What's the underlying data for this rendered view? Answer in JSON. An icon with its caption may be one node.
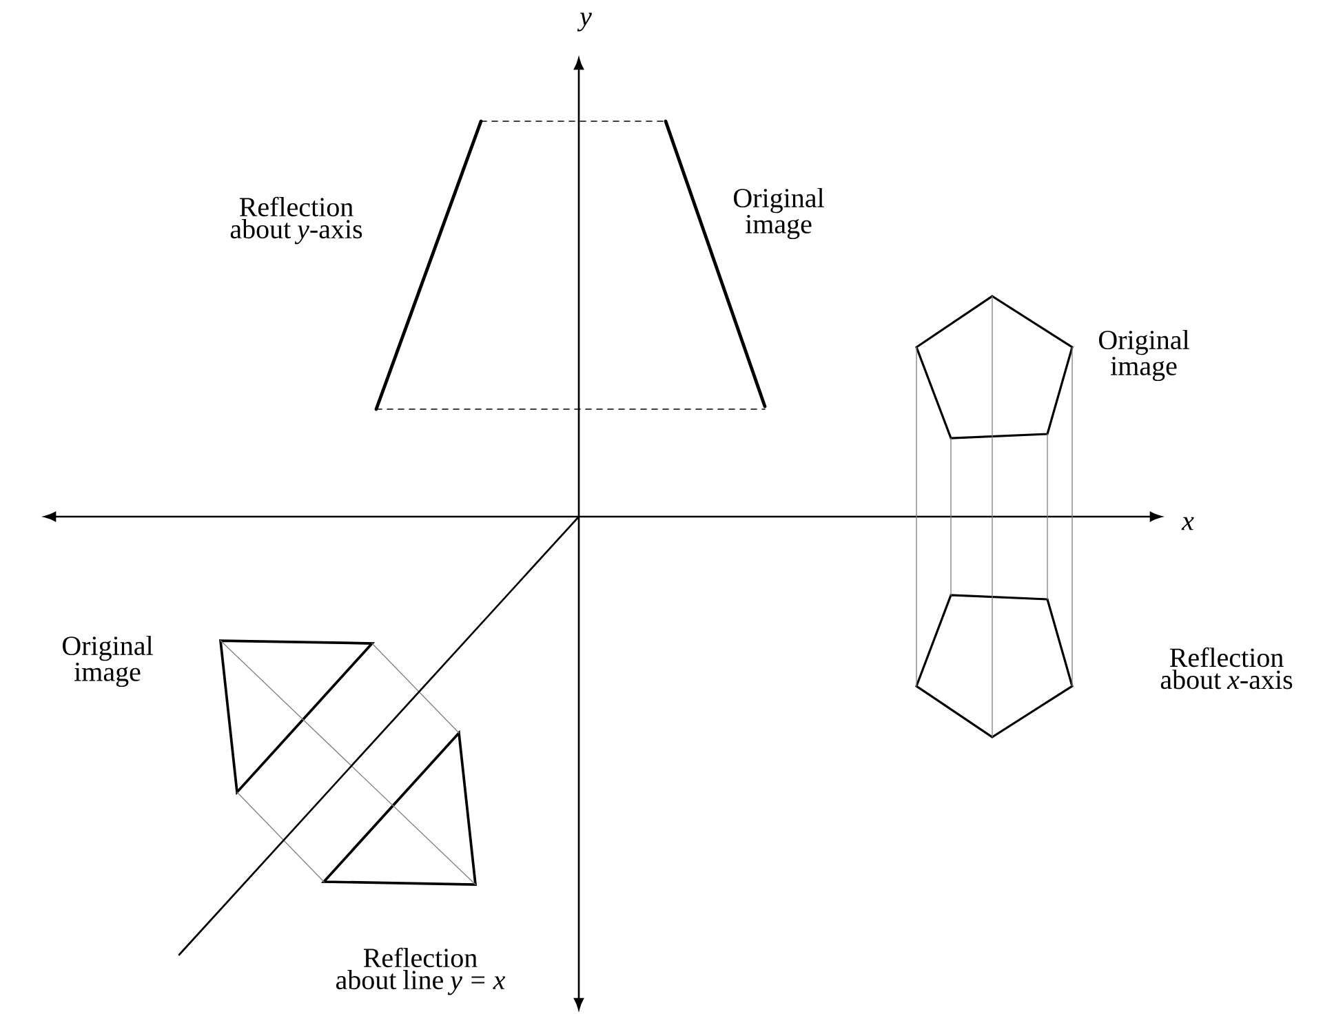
{
  "diagram": {
    "labels": [
      "y",
      "Reflection about *y*-axis",
      "Original image",
      "Original image",
      "x",
      "Original image",
      "Reflection about *x*-axis",
      "Reflection about line *y = x*"
    ]
  }
}
